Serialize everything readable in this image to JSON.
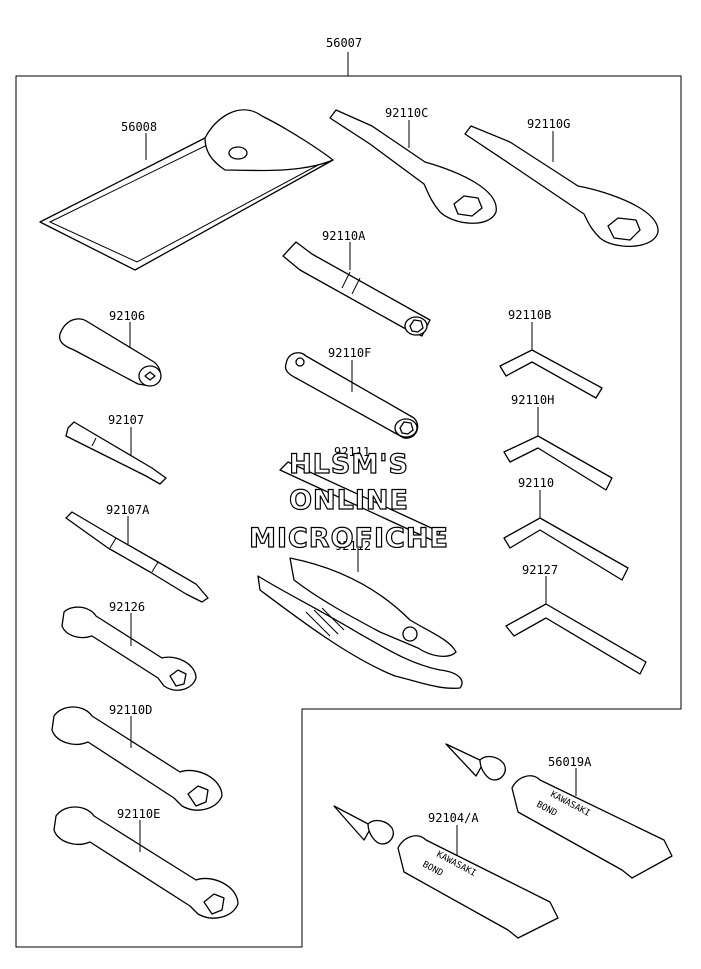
{
  "assembly": {
    "part_number": "56007"
  },
  "parts": {
    "pouch": "56008",
    "box_wrench_c": "92110C",
    "box_wrench_g": "92110G",
    "socket_a": "92110A",
    "handle": "92106",
    "socket_f": "92110F",
    "hex_key_b": "92110B",
    "screwdriver_bit": "92107",
    "handle_bar": "92111",
    "hex_key_h": "92110H",
    "hex_key": "92110",
    "screwdriver": "92107A",
    "pliers": "92112",
    "hex_key_large": "92127",
    "spanner_small": "92126",
    "spanner_d": "92110D",
    "bond_tube_a": "56019A",
    "spanner_e": "92110E",
    "bond_tube_b": "92104/A"
  },
  "tube_label": {
    "brand": "KAWASAKI",
    "product": "BOND"
  },
  "watermark": {
    "line1": "HLSM'S",
    "line2": "ONLINE",
    "line3": "MICROFICHE"
  }
}
